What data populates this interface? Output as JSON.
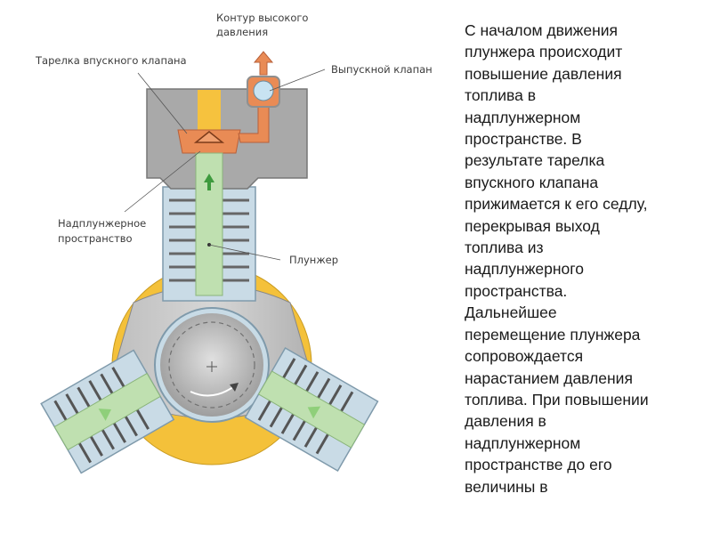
{
  "diagram": {
    "title": "Fuel pump plunger section",
    "labels": {
      "high_pressure_circuit_line1": "Контур высокого",
      "high_pressure_circuit_line2": "давления",
      "inlet_valve_plate": "Тарелка впускного клапана",
      "outlet_valve": "Выпускной клапан",
      "above_plunger_space_line1": "Надплунжерное",
      "above_plunger_space_line2": "пространство",
      "plunger": "Плунжер"
    },
    "colors": {
      "housing": "#a9a9a9",
      "plunger": "#bfe0b0",
      "fuel": "#e98b55",
      "cam_ring": "#f4c13a",
      "spring_housing": "#c9dbe6",
      "yellow_channel": "#f6c23e"
    }
  },
  "text_panel": {
    "paragraph": "С началом движения\nплунжера происходит\nповышение давления\nтоплива в\nнадплунжерном\nпространстве. В\nрезультате тарелка\nвпускного клапана\nприжимается к его седлу,\nперекрывая выход\nтоплива из\nнадплунжерного\nпространства.\nДальнейшее\nперемещение плунжера\nсопровождается\nнарастанием давления\nтоплива. При повышении\nдавления в\nнадплунжерном\nпространстве до его\nвеличины в"
  }
}
